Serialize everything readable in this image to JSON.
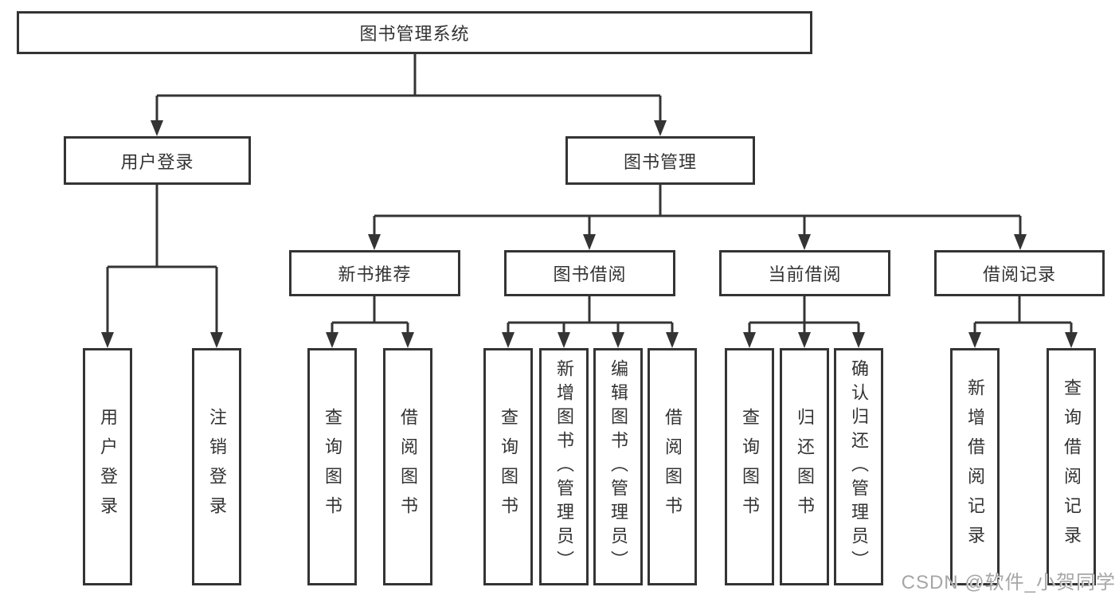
{
  "tree": {
    "root_label": "图书管理系统",
    "user_login": {
      "label": "用户登录",
      "leaves": [
        "用户登录",
        "注销登录"
      ]
    },
    "book_mgmt": {
      "label": "图书管理",
      "groups": [
        {
          "label": "新书推荐",
          "leaves": [
            "查询图书",
            "借阅图书"
          ]
        },
        {
          "label": "图书借阅",
          "leaves": [
            "查询图书",
            "新增图书（管理员）",
            "编辑图书（管理员）",
            "借阅图书"
          ]
        },
        {
          "label": "当前借阅",
          "leaves": [
            "查询图书",
            "归还图书",
            "确认归还（管理员）"
          ]
        },
        {
          "label": "借阅记录",
          "leaves": [
            "新增借阅记录",
            "查询借阅记录"
          ]
        }
      ]
    }
  },
  "watermark": "CSDN @软件_小贺同学",
  "colors": {
    "line": "#343434",
    "text": "#333333",
    "background": "#ffffff",
    "watermark": "#a6a6a6"
  }
}
